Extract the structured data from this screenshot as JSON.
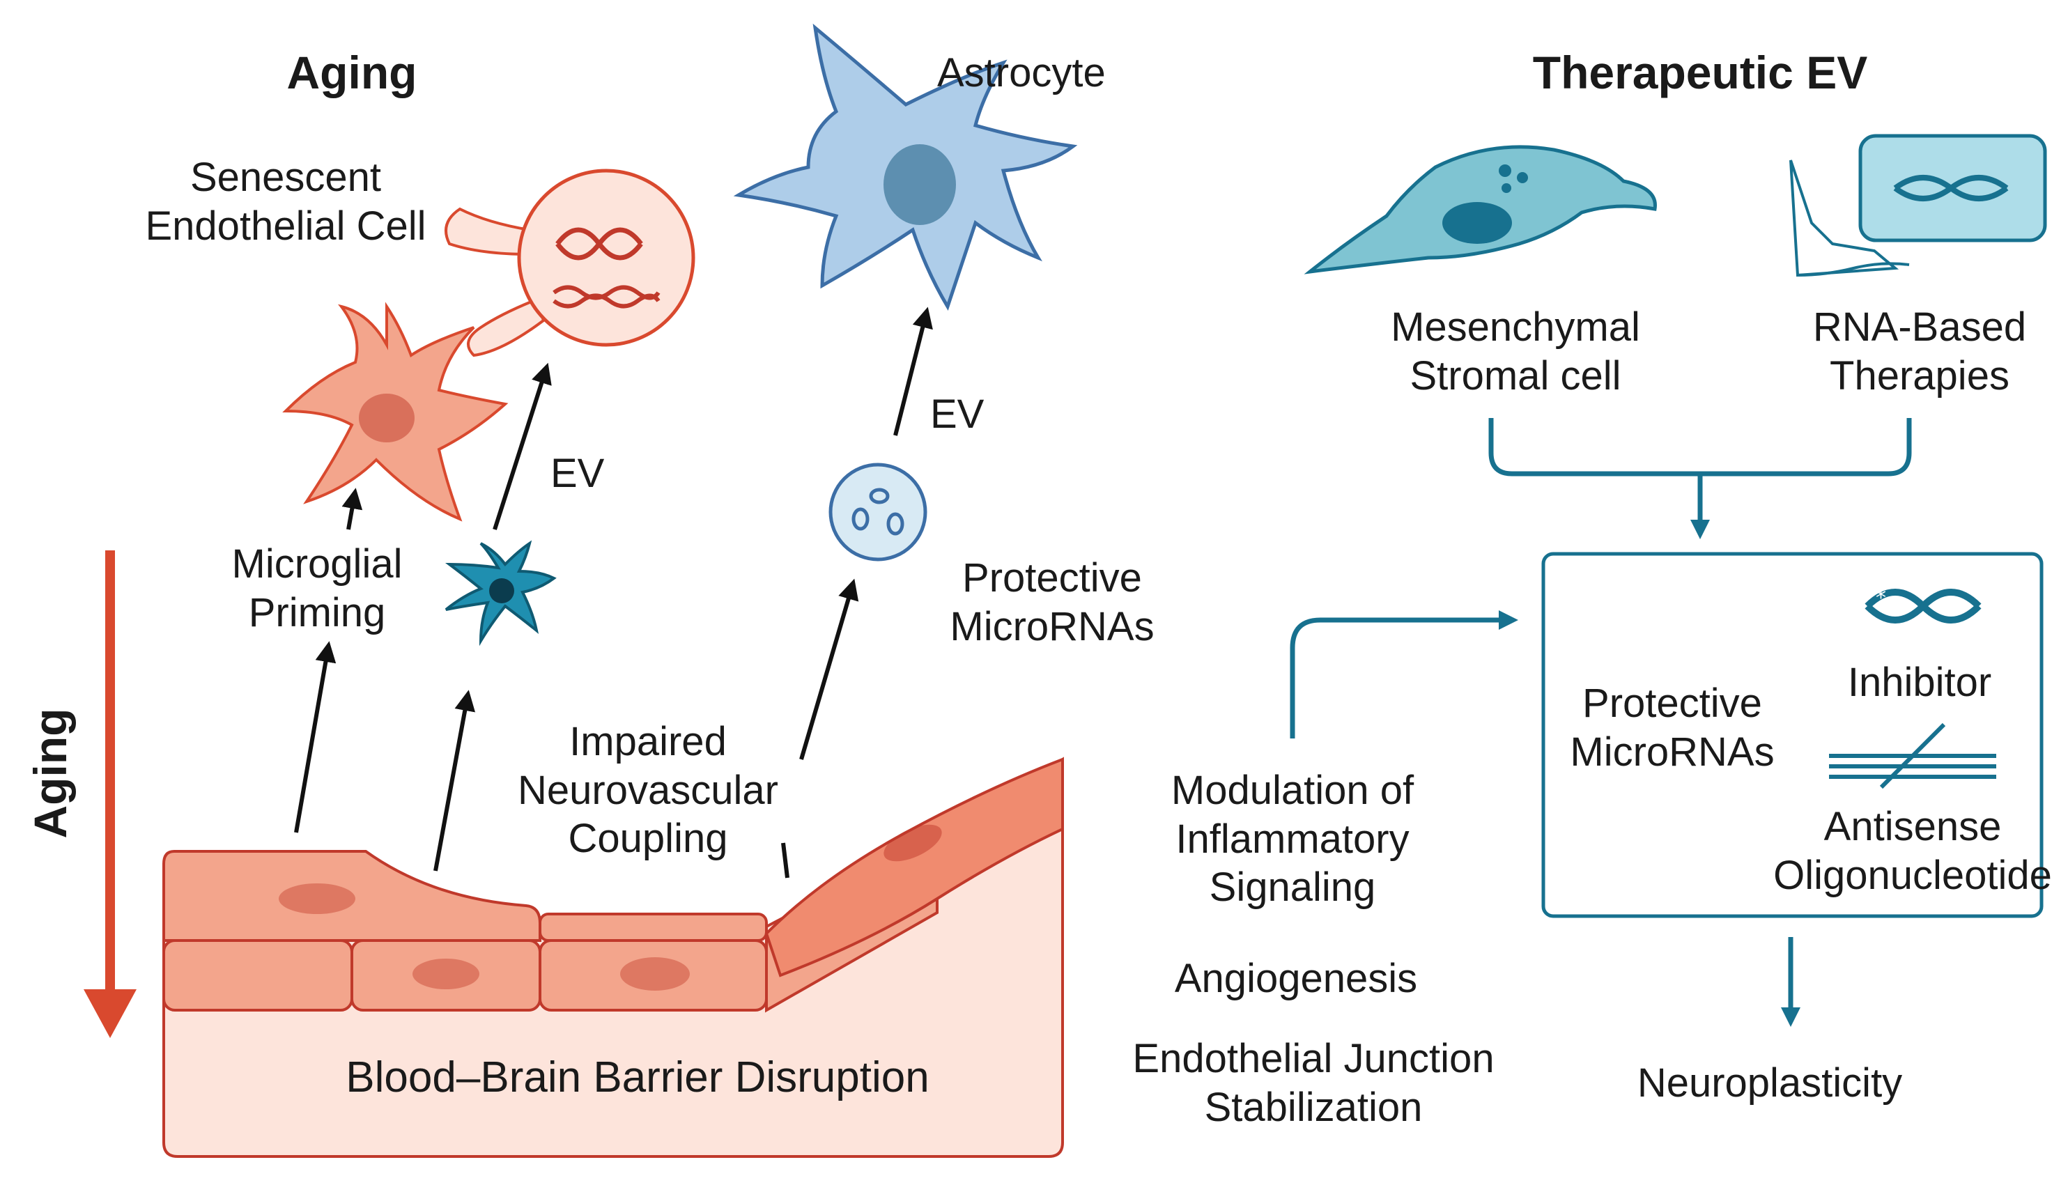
{
  "titles": {
    "aging": "Aging",
    "therapeutic": "Therapeutic EV",
    "aging_side": "Aging"
  },
  "left_panel": {
    "senescent": [
      "Senescent",
      "Endothelial Cell"
    ],
    "astrocyte": "Astrocyte",
    "ev_a": "EV",
    "ev_b": "EV",
    "microglial": [
      "Microglial",
      "Priming"
    ],
    "protective": [
      "Protective",
      "MicroRNAs"
    ],
    "impaired": [
      "Impaired",
      "Neurovascular",
      "Coupling"
    ],
    "bbb": "Blood–Brain Barrier Disruption"
  },
  "right_panel": {
    "msc": [
      "Mesenchymal",
      "Stromal cell"
    ],
    "rna": [
      "RNA-Based",
      "Therapies"
    ],
    "box_protective": [
      "Protective",
      "MicroRNAs"
    ],
    "inhibitor": "Inhibitor",
    "antisense": [
      "Antisense",
      "Oligonucleotide"
    ],
    "effects": {
      "modulation": [
        "Modulation of",
        "Inflammatory",
        "Signaling"
      ],
      "angiogenesis": "Angiogenesis",
      "junction": [
        "Endothelial Junction",
        "Stabilization"
      ]
    },
    "neuroplasticity": "Neuroplasticity"
  },
  "colors": {
    "salmon_fill": "#f3a58c",
    "salmon_dark": "#c0392b",
    "barrier_bg": "#fde4db",
    "astrocyte_fill": "#aecde9",
    "astrocyte_stroke": "#3c6ea6",
    "teal": "#17718f",
    "teal_light": "#7fc4d2",
    "aging_arrow": "#d9492e"
  }
}
